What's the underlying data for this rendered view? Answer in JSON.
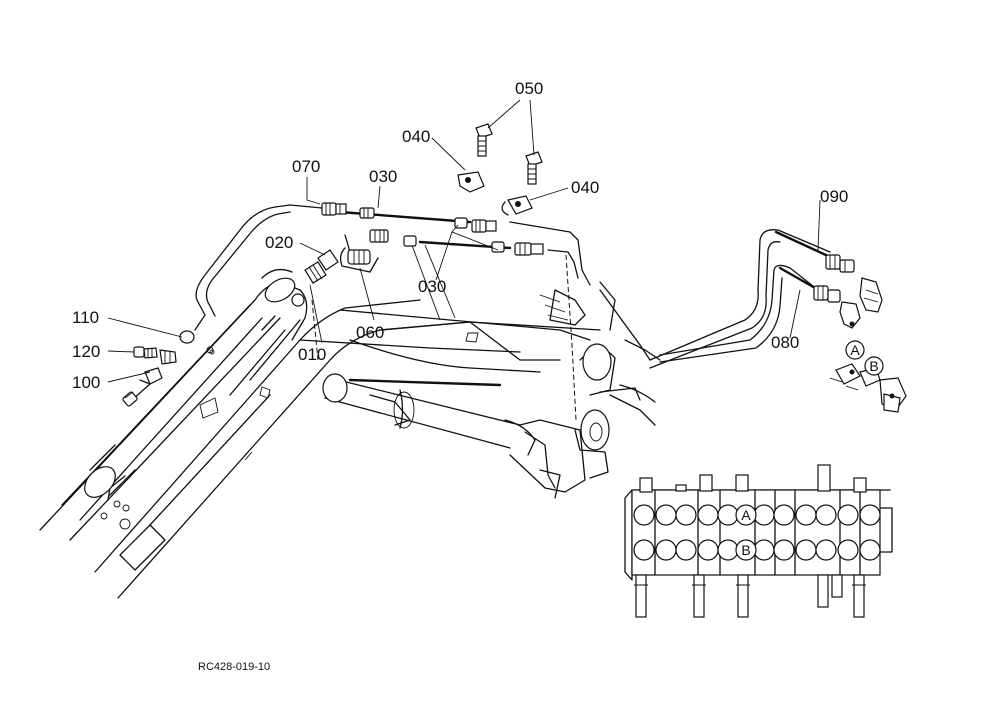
{
  "diagram": {
    "reference_code": "RC428-019-10",
    "part_labels": {
      "p010": "010",
      "p020": "020",
      "p030a": "030",
      "p030b": "030",
      "p040a": "040",
      "p040b": "040",
      "p050": "050",
      "p060": "060",
      "p070": "070",
      "p080": "080",
      "p090": "090",
      "p100": "100",
      "p110": "110",
      "p120": "120"
    },
    "port_labels": {
      "a_hose": "A",
      "b_hose": "B",
      "a_valve": "A",
      "b_valve": "B"
    }
  }
}
